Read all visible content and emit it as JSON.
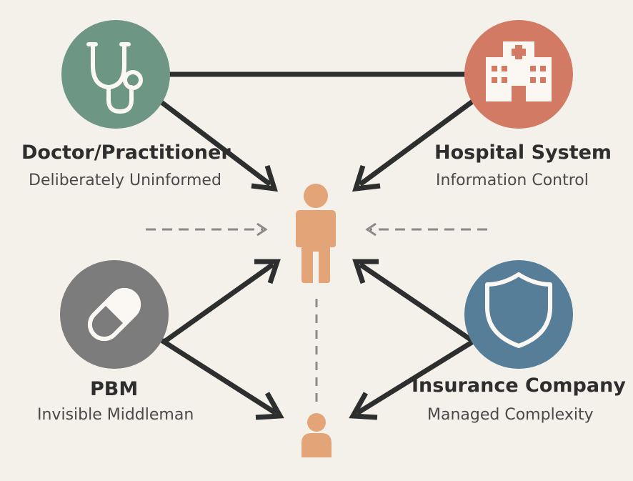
{
  "colors": {
    "background": "#f4f0ea",
    "doctor": "#6e9684",
    "hospital": "#d27a64",
    "pbm": "#7c7c7c",
    "insurance": "#567e98",
    "patient": "#e3a478",
    "arrow": "#2c2f2e",
    "dashed": "#8a8a8a",
    "icon": "#fbf8f3"
  },
  "nodes": {
    "doctor": {
      "title": "Doctor/Practitioner",
      "subtitle": "Deliberately Uninformed",
      "icon": "stethoscope-icon"
    },
    "hospital": {
      "title": "Hospital System",
      "subtitle": "Information Control",
      "icon": "hospital-building-icon"
    },
    "pbm": {
      "title": "PBM",
      "subtitle": "Invisible Middleman",
      "icon": "pill-icon"
    },
    "insurance": {
      "title": "Insurance Company",
      "subtitle": "Managed Complexity",
      "icon": "shield-icon"
    }
  },
  "center": {
    "patient_icon": "person-icon",
    "secondary_icon": "person-bust-icon"
  }
}
